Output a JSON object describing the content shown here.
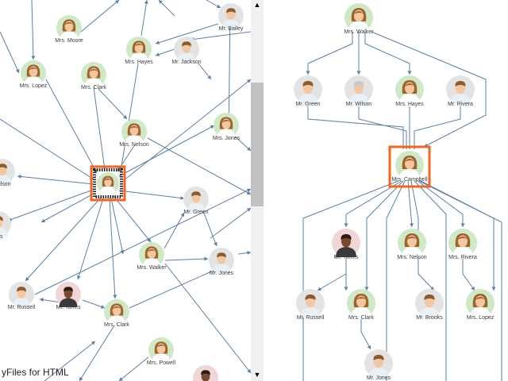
{
  "watermark": "yFiles for HTML",
  "colors": {
    "edge": "#5b7fa6",
    "female_bg": "#cfe8c6",
    "male_bg": "#e3e3e3",
    "male_dark_bg": "#f0d6d6",
    "selection": "#f26522"
  },
  "left_view": {
    "nodes": [
      {
        "id": "l_moore",
        "label": "Mrs. Moore",
        "kind": "female"
      },
      {
        "id": "l_bailey",
        "label": "Mr. Bailey",
        "kind": "male"
      },
      {
        "id": "l_hayes",
        "label": "Mrs. Hayes",
        "kind": "female"
      },
      {
        "id": "l_jackson",
        "label": "Mr. Jackson",
        "kind": "male"
      },
      {
        "id": "l_lopez",
        "label": "Mrs. Lopez",
        "kind": "female"
      },
      {
        "id": "l_clark_top",
        "label": "Mrs. Clark",
        "kind": "female"
      },
      {
        "id": "l_nelson",
        "label": "Mrs. Nelson",
        "kind": "female"
      },
      {
        "id": "l_jones_f",
        "label": "Mrs. Jones",
        "kind": "female"
      },
      {
        "id": "l_wilson",
        "label": "Wilson",
        "kind": "male"
      },
      {
        "id": "l_selected",
        "label": "",
        "kind": "female"
      },
      {
        "id": "l_green",
        "label": "Mr. Green",
        "kind": "male"
      },
      {
        "id": "l_oks",
        "label": "oks",
        "kind": "male"
      },
      {
        "id": "l_walker",
        "label": "Mrs. Walker",
        "kind": "female"
      },
      {
        "id": "l_jones_m",
        "label": "Mr. Jones",
        "kind": "male"
      },
      {
        "id": "l_russell",
        "label": "Mr. Russell",
        "kind": "male"
      },
      {
        "id": "l_torres",
        "label": "Mr. Torres",
        "kind": "male_dark"
      },
      {
        "id": "l_clark_bot",
        "label": "Mrs. Clark",
        "kind": "female"
      },
      {
        "id": "l_powell",
        "label": "Mrs. Powell",
        "kind": "female"
      },
      {
        "id": "l_partial",
        "label": "",
        "kind": "male_dark"
      }
    ]
  },
  "right_view": {
    "nodes": [
      {
        "id": "r_walker",
        "label": "Mrs. Walker",
        "kind": "female"
      },
      {
        "id": "r_green",
        "label": "Mr. Green",
        "kind": "male"
      },
      {
        "id": "r_wilson",
        "label": "Mr. Wilson",
        "kind": "male_old"
      },
      {
        "id": "r_hayes",
        "label": "Mrs. Hayes",
        "kind": "female"
      },
      {
        "id": "r_rivera_m",
        "label": "Mr. Rivera",
        "kind": "male"
      },
      {
        "id": "r_campbell",
        "label": "Mrs. Campbell",
        "kind": "female",
        "selected": true
      },
      {
        "id": "r_torres",
        "label": "Mr. Torres",
        "kind": "male_dark"
      },
      {
        "id": "r_nelson",
        "label": "Mrs. Nelson",
        "kind": "female"
      },
      {
        "id": "r_rivera_f",
        "label": "Mrs. Rivera",
        "kind": "female"
      },
      {
        "id": "r_russell",
        "label": "Mr. Russell",
        "kind": "male"
      },
      {
        "id": "r_clark",
        "label": "Mrs. Clark",
        "kind": "female"
      },
      {
        "id": "r_brooks",
        "label": "Mr. Brooks",
        "kind": "male"
      },
      {
        "id": "r_lopez",
        "label": "Mrs. Lopez",
        "kind": "female"
      },
      {
        "id": "r_jones",
        "label": "Mr. Jones",
        "kind": "male"
      }
    ]
  }
}
